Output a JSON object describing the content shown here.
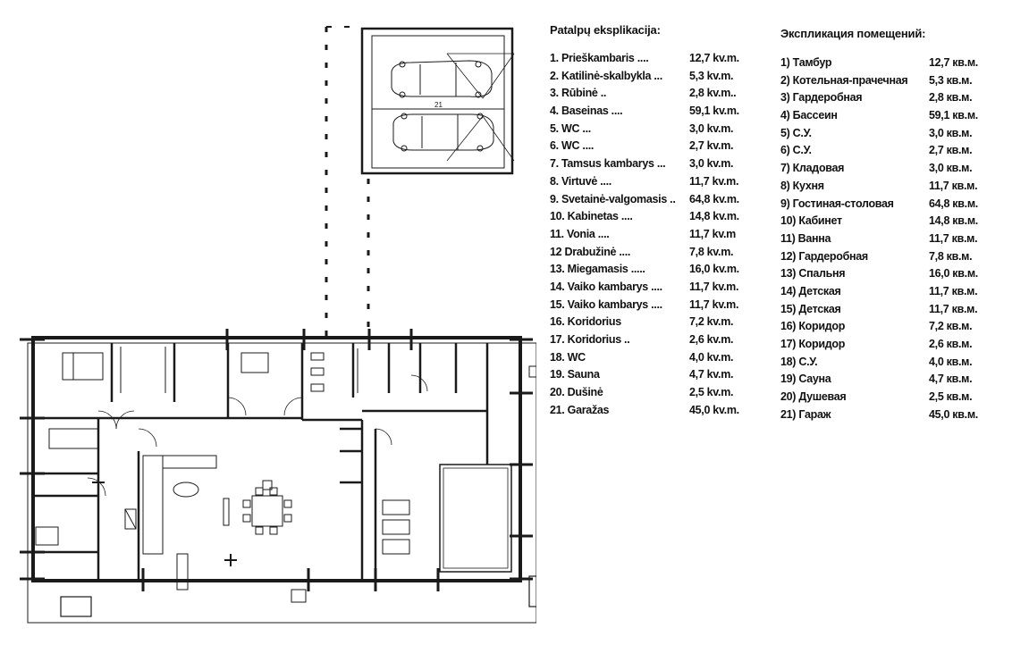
{
  "legend_lt": {
    "title": "Patalpų eksplikacija:",
    "items": [
      {
        "name": "1. Prieškambaris ....",
        "area": "12,7 kv.m."
      },
      {
        "name": "2. Katilinė-skalbykla ...",
        "area": "5,3 kv.m."
      },
      {
        "name": "3. Rūbinė ..",
        "area": "2,8 kv.m.."
      },
      {
        "name": "4. Baseinas ....",
        "area": "59,1 kv.m."
      },
      {
        "name": "5. WC ...",
        "area": "3,0 kv.m."
      },
      {
        "name": "6. WC ....",
        "area": "2,7 kv.m."
      },
      {
        "name": "7. Tamsus kambarys ...",
        "area": "3,0 kv.m."
      },
      {
        "name": "8. Virtuvė ....",
        "area": "11,7 kv.m."
      },
      {
        "name": "9. Svetainė-valgomasis ..",
        "area": "64,8 kv.m."
      },
      {
        "name": "10. Kabinetas ....",
        "area": "14,8 kv.m."
      },
      {
        "name": "11. Vonia ....",
        "area": "11,7 kv.m"
      },
      {
        "name": "12 Drabužinė ....",
        "area": "7,8 kv.m."
      },
      {
        "name": "13. Miegamasis .....",
        "area": "16,0 kv.m."
      },
      {
        "name": "14. Vaiko kambarys ....",
        "area": "11,7 kv.m."
      },
      {
        "name": "15. Vaiko kambarys ....",
        "area": "11,7 kv.m."
      },
      {
        "name": "16. Koridorius",
        "area": "7,2 kv.m."
      },
      {
        "name": "17. Koridorius ..",
        "area": "2,6 kv.m."
      },
      {
        "name": "18. WC",
        "area": "4,0 kv.m."
      },
      {
        "name": "19. Sauna",
        "area": "4,7 kv.m."
      },
      {
        "name": "20. Dušinė",
        "area": "2,5 kv.m."
      },
      {
        "name": "21. Garažas",
        "area": "45,0 kv.m."
      }
    ]
  },
  "legend_ru": {
    "title": "Экспликация помещений:",
    "items": [
      {
        "name": "1)   Тамбур",
        "area": "12,7 кв.м."
      },
      {
        "name": "2)   Котельная-прачечная",
        "area": "5,3 кв.м."
      },
      {
        "name": "3)   Гардеробная",
        "area": "2,8 кв.м."
      },
      {
        "name": "4)   Бассеин",
        "area": "59,1 кв.м."
      },
      {
        "name": "5)   С.У.",
        "area": "3,0 кв.м."
      },
      {
        "name": "6)   С.У.",
        "area": "2,7 кв.м."
      },
      {
        "name": "7)   Кладовая",
        "area": "3,0 кв.м."
      },
      {
        "name": "8)   Кухня",
        "area": "11,7 кв.м."
      },
      {
        "name": "9)   Гостиная-столовая",
        "area": "64,8 кв.м."
      },
      {
        "name": "10) Кабинет",
        "area": "14,8 кв.м."
      },
      {
        "name": "11) Ванна",
        "area": "11,7 кв.м."
      },
      {
        "name": "12) Гардеробная",
        "area": "7,8 кв.м."
      },
      {
        "name": "13) Спальня",
        "area": "16,0 кв.м."
      },
      {
        "name": "14) Детская",
        "area": "11,7 кв.м."
      },
      {
        "name": "15) Детская",
        "area": "11,7 кв.м."
      },
      {
        "name": "16) Коридор",
        "area": "7,2 кв.м."
      },
      {
        "name": "17) Коридор",
        "area": "2,6 кв.м."
      },
      {
        "name": "18) С.У.",
        "area": "4,0 кв.м."
      },
      {
        "name": "19) Сауна",
        "area": "4,7 кв.м."
      },
      {
        "name": "20) Душевая",
        "area": "2,5 кв.м."
      },
      {
        "name": "21) Гараж",
        "area": "45,0 кв.м."
      }
    ]
  },
  "colors": {
    "line": "#1a1a1a",
    "background": "#ffffff"
  }
}
